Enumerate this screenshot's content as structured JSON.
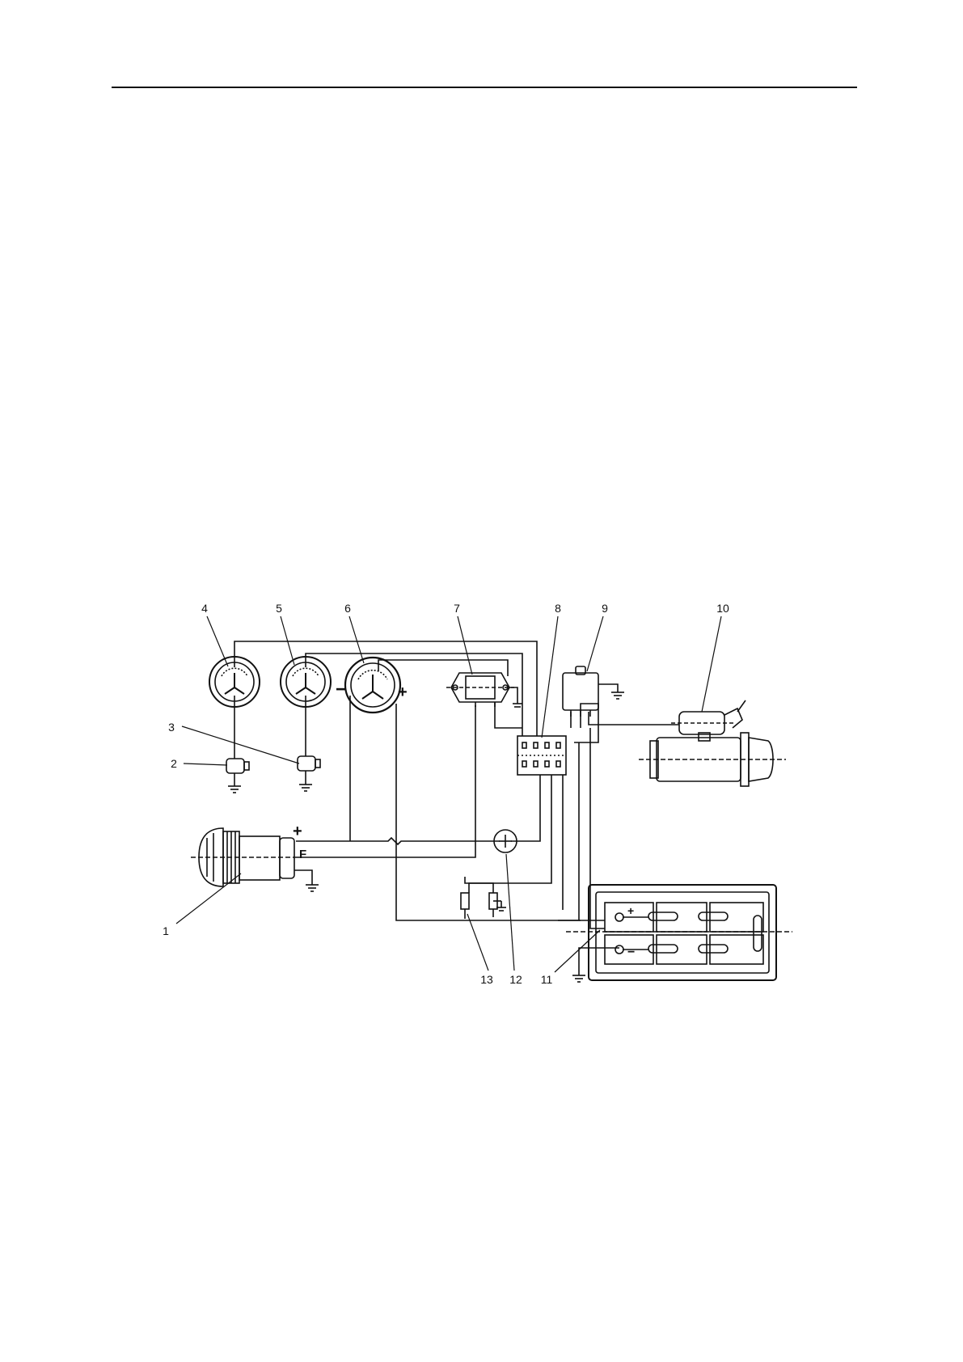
{
  "diagram": {
    "callouts": [
      {
        "id": "1",
        "label": "1"
      },
      {
        "id": "2",
        "label": "2"
      },
      {
        "id": "3",
        "label": "3"
      },
      {
        "id": "4",
        "label": "4"
      },
      {
        "id": "5",
        "label": "5"
      },
      {
        "id": "6",
        "label": "6"
      },
      {
        "id": "7",
        "label": "7"
      },
      {
        "id": "8",
        "label": "8"
      },
      {
        "id": "9",
        "label": "9"
      },
      {
        "id": "10",
        "label": "10"
      },
      {
        "id": "11",
        "label": "11"
      },
      {
        "id": "12",
        "label": "12"
      },
      {
        "id": "13",
        "label": "13"
      }
    ],
    "terminal_marks": {
      "gauge_minus": "−",
      "gauge_plus": "+",
      "generator_plus": "+",
      "generator_field": "F",
      "battery_plus": "+",
      "battery_minus": "−"
    }
  }
}
